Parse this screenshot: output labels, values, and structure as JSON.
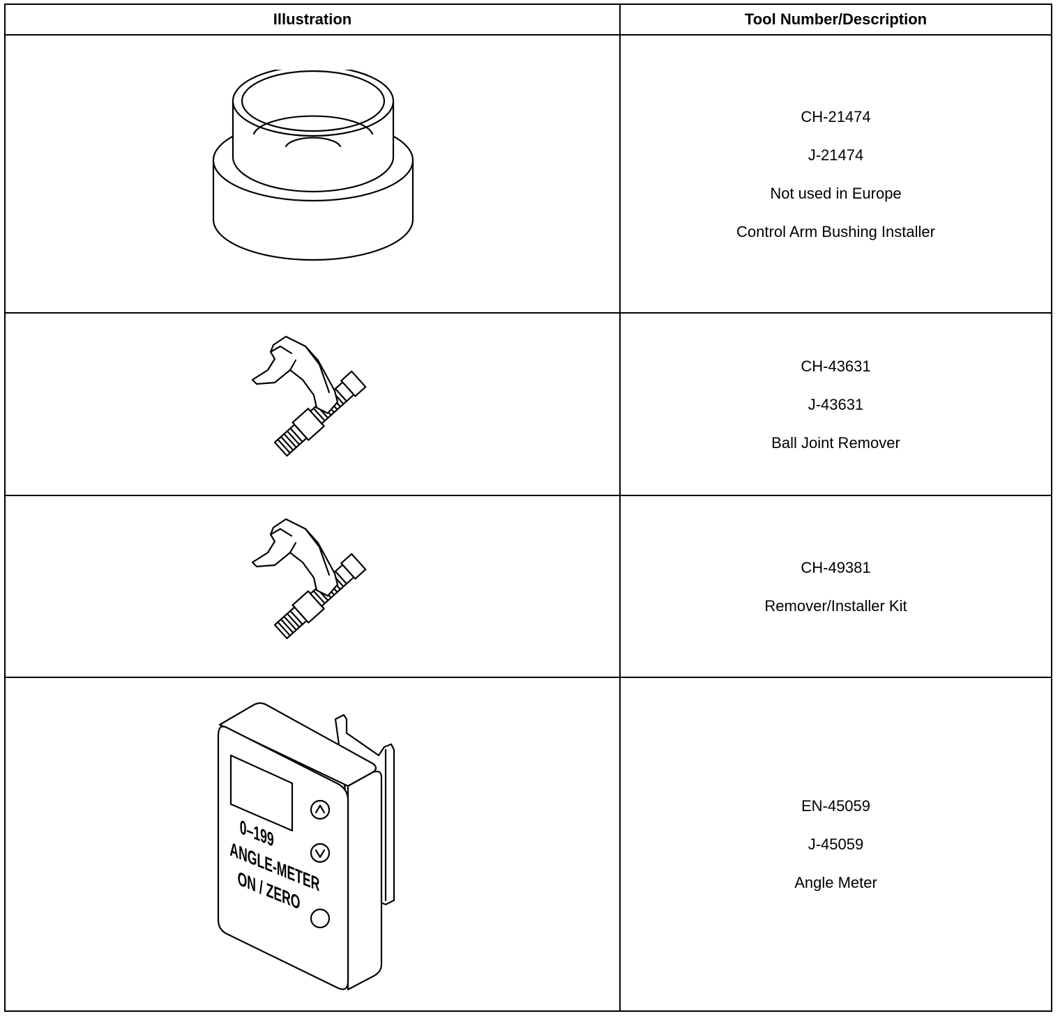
{
  "table": {
    "headers": {
      "illustration": "Illustration",
      "description": "Tool Number/Description"
    },
    "rows": [
      {
        "icon": "bushing-installer-icon",
        "lines": [
          "CH-21474",
          "J-21474",
          "Not used in Europe",
          "Control Arm Bushing Installer"
        ]
      },
      {
        "icon": "ball-joint-remover-icon",
        "lines": [
          "CH-43631",
          "J-43631",
          "Ball Joint Remover"
        ]
      },
      {
        "icon": "remover-installer-kit-icon",
        "lines": [
          "CH-49381",
          "Remover/Installer Kit"
        ]
      },
      {
        "icon": "angle-meter-icon",
        "lines": [
          "EN-45059",
          "J-45059",
          "Angle Meter"
        ],
        "device_labels": {
          "range": "0–199",
          "name": "ANGLE-METER",
          "button": "ON / ZERO"
        }
      }
    ]
  }
}
